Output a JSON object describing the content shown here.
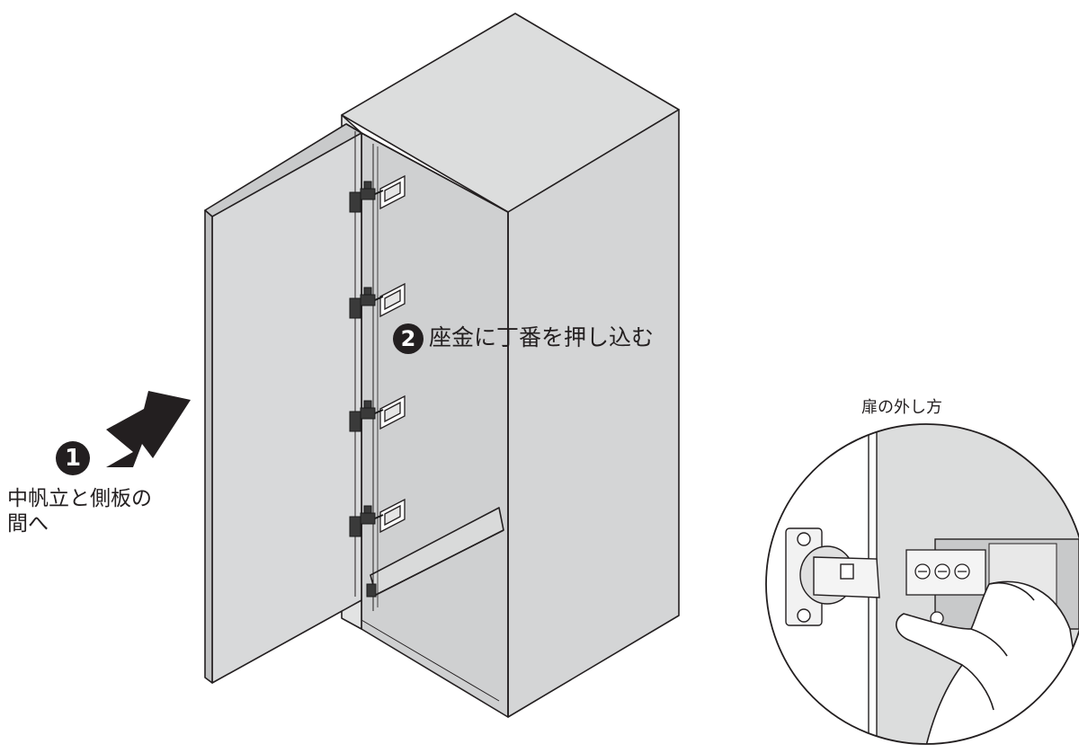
{
  "steps": [
    {
      "number": "1",
      "text_line1": "中帆立と側板の",
      "text_line2": "間へ"
    },
    {
      "number": "2",
      "text": "座金に丁番を押し込む"
    }
  ],
  "detail": {
    "caption": "扉の外し方"
  }
}
